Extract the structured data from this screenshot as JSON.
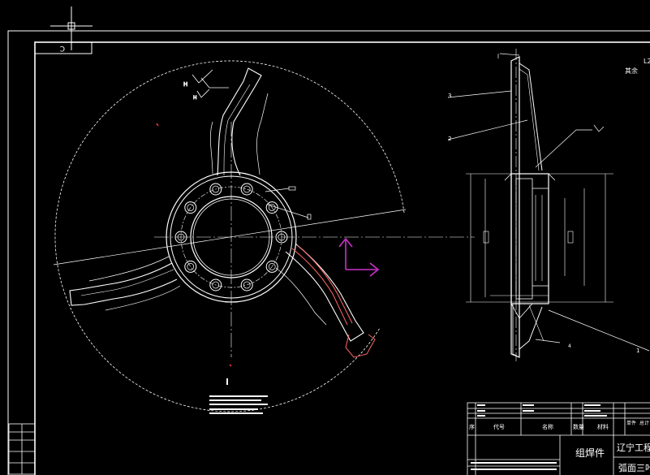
{
  "drawing": {
    "corner_code": "C",
    "part_labels": {
      "p1": "1",
      "p2": "2",
      "p3": "3",
      "p4": "4"
    },
    "side_view_labels": {
      "top": "L2",
      "mid": "其余"
    },
    "title_block": {
      "header_cells": [
        "序",
        "代号",
        "名称",
        "数量",
        "材料",
        "单件",
        "总计"
      ],
      "assembly_name": "组焊件",
      "company": "辽宁工程技",
      "drawing_name": "弧面三叶"
    },
    "colors": {
      "line": "#ffffff",
      "accent": "#ff3333",
      "ucs": "#cc33cc",
      "hatch": "#ff6666"
    }
  }
}
